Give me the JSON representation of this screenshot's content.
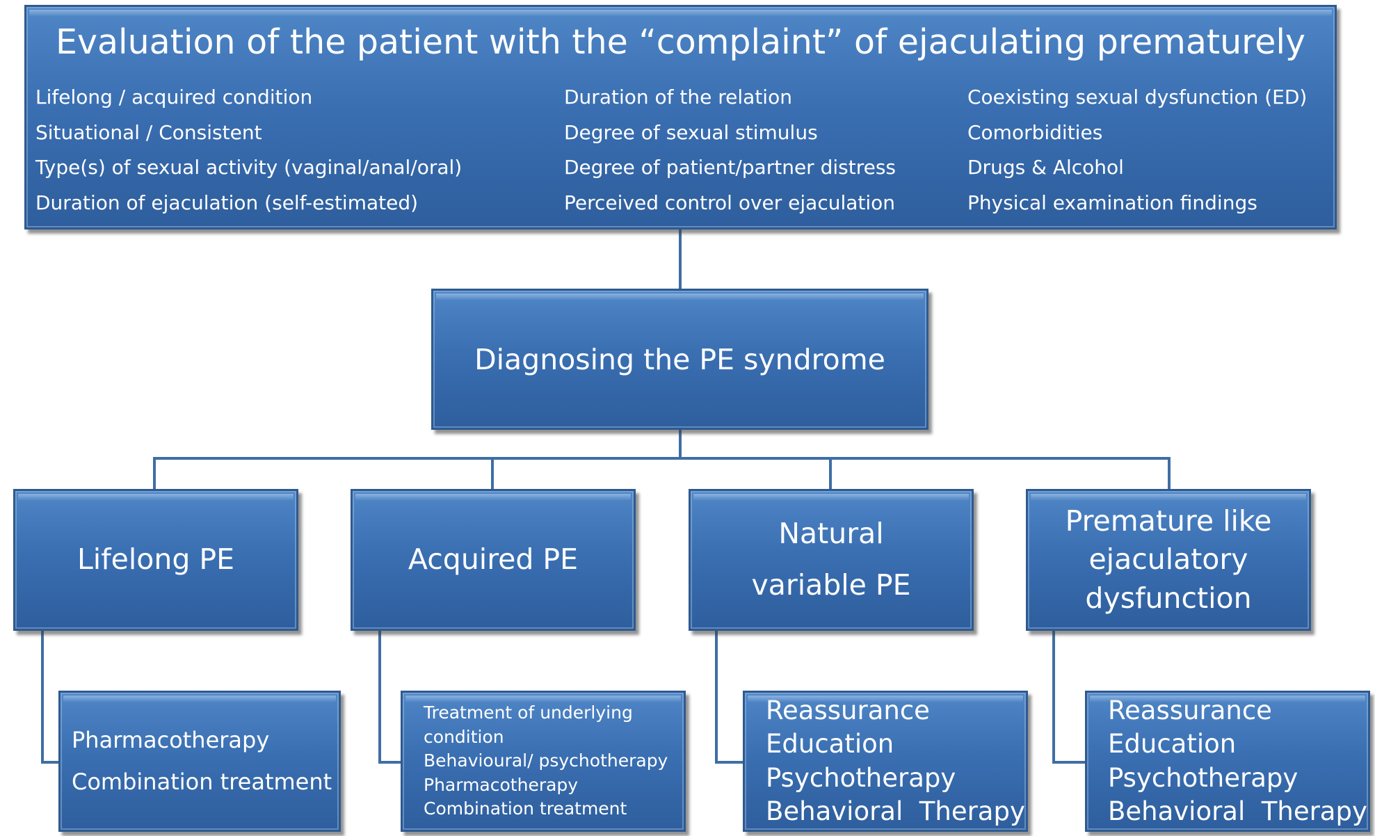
{
  "top": {
    "title": "Evaluation of the patient with the “complaint” of ejaculating prematurely",
    "col1": [
      "Lifelong / acquired condition",
      "Situational / Consistent",
      "Type(s) of sexual activity (vaginal/anal/oral)",
      "Duration of ejaculation (self-estimated)"
    ],
    "col2": [
      "Duration of the relation",
      "Degree of sexual stimulus",
      "Degree of patient/partner distress",
      "Perceived control over ejaculation"
    ],
    "col3": [
      "Coexisting sexual dysfunction (ED)",
      "Comorbidities",
      "Drugs & Alcohol",
      "Physical examination findings"
    ]
  },
  "diagnosis": {
    "label": "Diagnosing the PE syndrome"
  },
  "categories": [
    {
      "lines": [
        "Lifelong PE"
      ]
    },
    {
      "lines": [
        "Acquired PE"
      ]
    },
    {
      "lines": [
        "Natural",
        "variable PE"
      ]
    },
    {
      "lines": [
        "Premature like",
        "ejaculatory",
        "dysfunction"
      ]
    }
  ],
  "treatments": [
    {
      "lines": [
        "Pharmacotherapy",
        "Combination treatment"
      ]
    },
    {
      "lines": [
        "Treatment of underlying",
        "condition",
        "Behavioural/ psychotherapy",
        "Pharmacotherapy",
        "Combination treatment"
      ]
    },
    {
      "lines": [
        "Reassurance",
        "Education",
        "Psychotherapy",
        "Behavioral  Therapy"
      ]
    },
    {
      "lines": [
        "Reassurance",
        "Education",
        "Psychotherapy",
        "Behavioral  Therapy"
      ]
    }
  ],
  "colors": {
    "box_fill": "#3a6fb2",
    "box_border": "#2f5a8e",
    "connector": "#3f6ea3",
    "text": "#ffffff"
  }
}
